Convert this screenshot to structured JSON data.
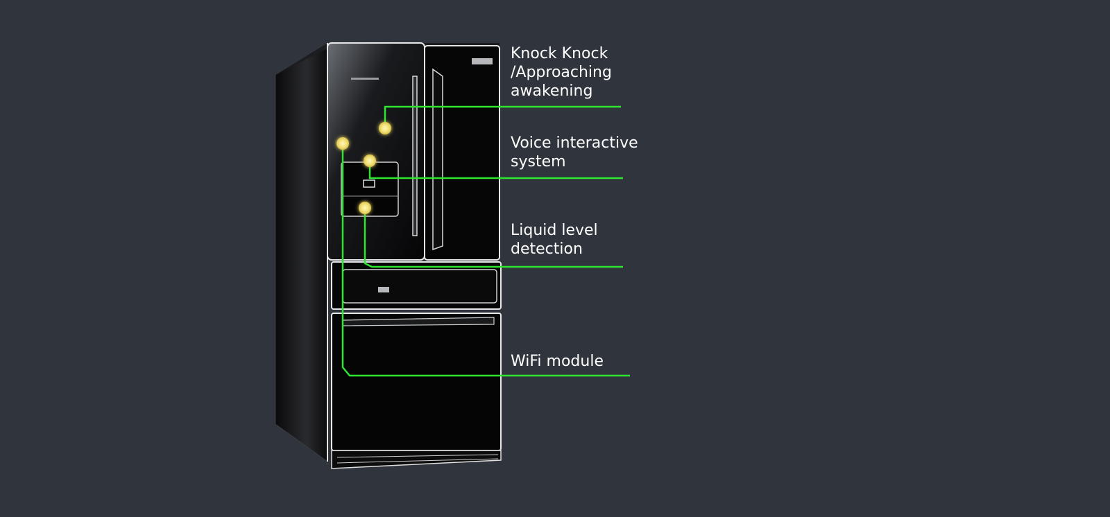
{
  "callouts": [
    {
      "id": "knock",
      "lines": [
        "Knock Knock",
        "/Approaching",
        "awakening"
      ]
    },
    {
      "id": "voice",
      "lines": [
        "Voice interactive",
        "system"
      ]
    },
    {
      "id": "liquid",
      "lines": [
        "Liquid level",
        "detection"
      ]
    },
    {
      "id": "wifi",
      "lines": [
        "WiFi module"
      ]
    }
  ],
  "colors": {
    "background": "#30343d",
    "callout_line": "#2ee62e",
    "sensor_dot": "#f3e27a",
    "label_text": "#ffffff"
  },
  "icons": [
    "refrigerator-illustration",
    "sensor-dot"
  ]
}
